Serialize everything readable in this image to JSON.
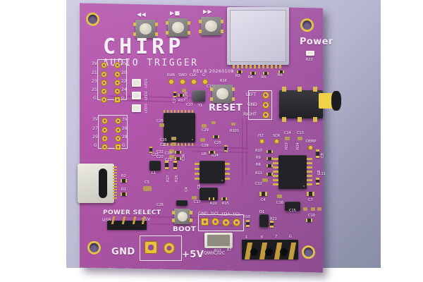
{
  "scene": {
    "type": "pcb-3d-render",
    "subject": "CHIRP Audio Trigger development board",
    "background_colors": [
      "#cfcee4",
      "#83869f",
      "#ffffff"
    ],
    "board_color": "#b455ab",
    "silkscreen_color": "#f2eaf5",
    "pad_color": "#e8c23a"
  },
  "logo": {
    "title": "CHIRP",
    "subtitle": "AUDIO TRIGGER",
    "revision": "REV.B 20260108"
  },
  "buttons": [
    {
      "name": "rewind",
      "glyph": "◀◀"
    },
    {
      "name": "play-stop",
      "glyph": "▶■"
    },
    {
      "name": "fast-forward",
      "glyph": "▶▶"
    }
  ],
  "labels": {
    "reset": "RESET",
    "boot": "BOOT",
    "power": "Power",
    "power_select": "POWER SELECT",
    "power_select_usb": "USB",
    "power_select_5v": "+5V",
    "gnd": "GND",
    "plus5v": "+5V",
    "qwiic": "QWIIC/I2C",
    "audio_left": "LEFT",
    "audio_gnd": "GND",
    "audio_right": "RIGHT"
  },
  "header_left_top": {
    "left_pins": [
      "3V",
      "21",
      "23",
      "25",
      "G"
    ],
    "right_pins": [
      "3V",
      "20",
      "22",
      "24",
      "G"
    ]
  },
  "header_left_bottom": {
    "left_pins": [
      "3V",
      "27",
      "29",
      "G"
    ],
    "right_pins": [
      "3V",
      "26",
      "28",
      "G"
    ]
  },
  "qwiic_header": {
    "pins": [
      "GND",
      "3V3",
      "SDA",
      "SCL"
    ]
  },
  "bottom_header": {
    "pins": [
      "1",
      "6",
      "7",
      "G"
    ]
  },
  "test_points_top": [
    "RUN",
    "SWD",
    "CLK",
    "G"
  ],
  "test_points_right": [
    "FLT",
    "SCR",
    "DEMP"
  ],
  "leds": [
    "LED1",
    "LED2",
    "LED3"
  ],
  "designators": {
    "top_right": [
      "R3",
      "R4",
      "R5",
      "R6",
      "R22"
    ],
    "clock_area": [
      "C19",
      "R16",
      "C24",
      "C20",
      "R17",
      "C27",
      "Y1",
      "C26"
    ],
    "left_mid": [
      "C35",
      "C22",
      "C32",
      "C20",
      "C23",
      "R3",
      "L1",
      "R27",
      "R26",
      "C36",
      "C5",
      "C18",
      "C21"
    ],
    "center": [
      "C29",
      "C28",
      "C25",
      "U6",
      "R24",
      "R23",
      "C6",
      "C17",
      "R20",
      "R15"
    ],
    "right": [
      "R10",
      "R9",
      "R8",
      "R11",
      "C12",
      "C4",
      "C16",
      "C7",
      "C9",
      "C8",
      "C11",
      "C2",
      "C14",
      "C13",
      "R13",
      "R14",
      "C10",
      "C15"
    ],
    "bottom": [
      "R19",
      "D1",
      "R21",
      "R12",
      "R7"
    ],
    "usb": [
      "R1",
      "R2"
    ]
  },
  "mounting_holes": 4
}
